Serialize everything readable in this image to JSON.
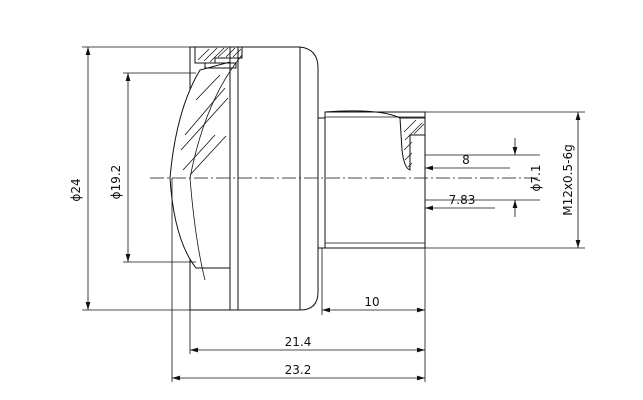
{
  "dimensions": {
    "outer_diameter": "ϕ24",
    "lens_diameter": "ϕ19.2",
    "bore_diameter": "ϕ7.1",
    "thread": "M12x0.5-6g",
    "depth_8": "8",
    "depth_7_83": "7.83",
    "thread_length": "10",
    "length_21_4": "21.4",
    "length_23_2": "23.2"
  }
}
